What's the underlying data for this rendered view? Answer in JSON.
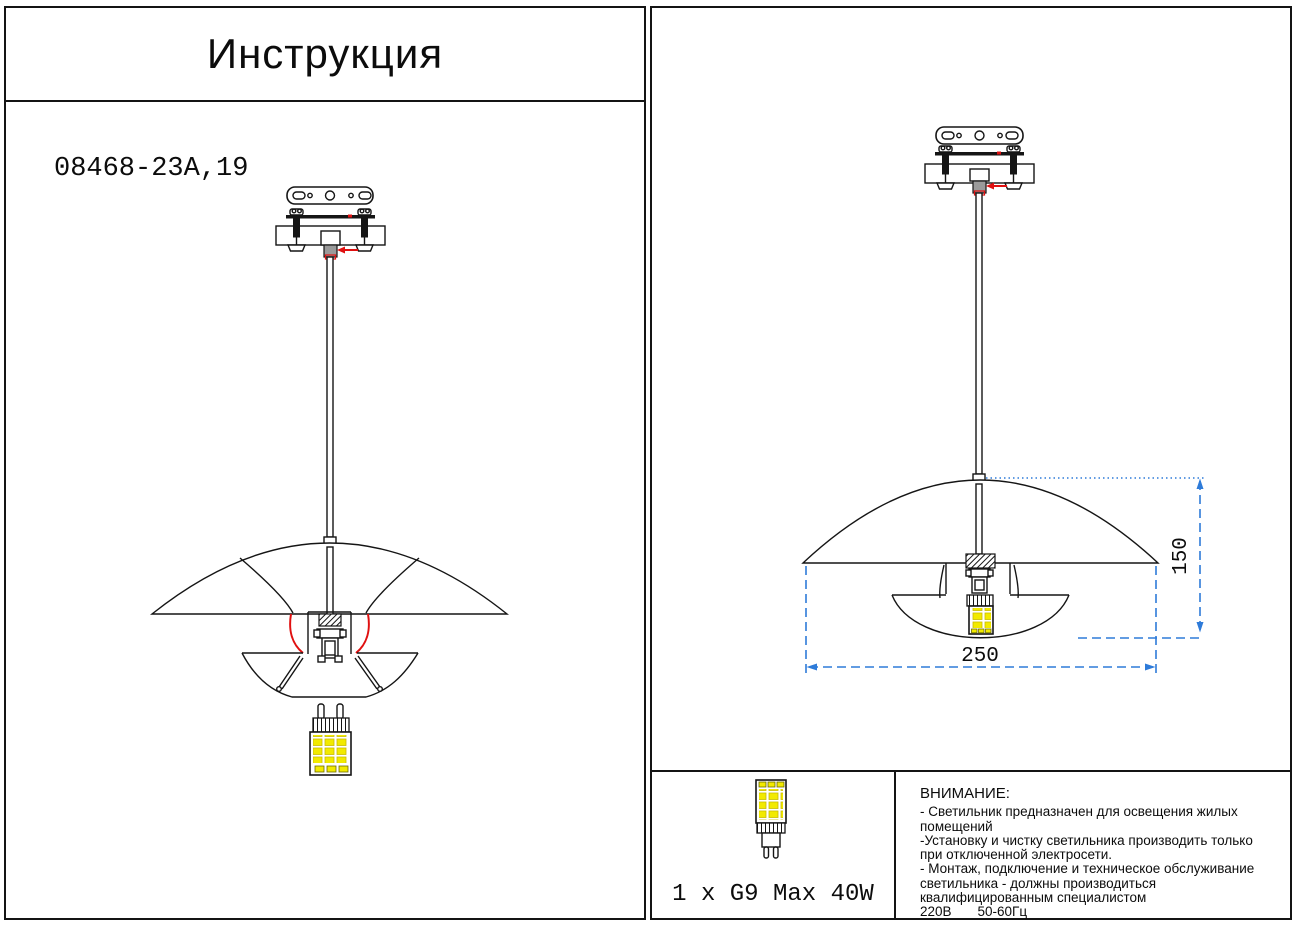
{
  "page": {
    "title": "Инструкция",
    "model": "08468-23A,19"
  },
  "spec": {
    "lamp": "1 x G9 Max 40W"
  },
  "dimensions": {
    "height_mm": "150",
    "width_mm": "250"
  },
  "warning": {
    "heading": "ВНИМАНИЕ:",
    "lines": [
      "- Светильник предназначен для освещения жилых",
      "помещений",
      "-Установку и чистку светильника производить только",
      "при отключенной электросети.",
      "- Монтаж, подключение и техническое обслуживание",
      "светильника - должны производиться",
      "квалифицированным специалистом"
    ],
    "voltage": "220В",
    "frequency": "50-60Гц"
  },
  "colors": {
    "line_black": "#151515",
    "accent_red": "#e01010",
    "dimension_blue": "#2e7bd9",
    "led_yellow": "#f2ea00"
  }
}
